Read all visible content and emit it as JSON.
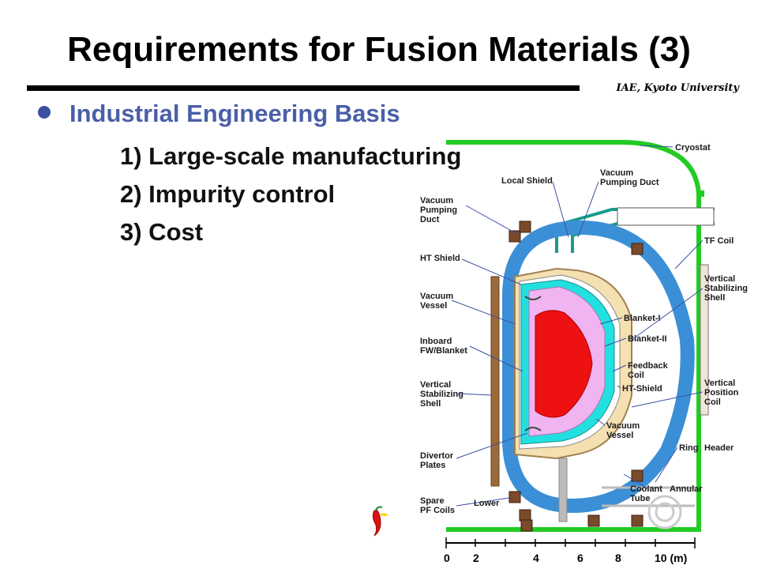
{
  "slide": {
    "title": "Requirements for Fusion Materials (3)",
    "affiliation": "IAE, Kyoto University",
    "heading": "Industrial Engineering Basis",
    "items": [
      "1) Large-scale manufacturing",
      "2) Impurity control",
      "3) Cost"
    ]
  },
  "diagram": {
    "labels_left": {
      "vacuum_pumping_duct": [
        "Vacuum",
        "Pumping",
        "Duct"
      ],
      "ht_shield": [
        "HT Shield"
      ],
      "vacuum_vessel": [
        "Vacuum",
        "Vessel"
      ],
      "inboard_fw": [
        "Inboard",
        "FW/Blanket"
      ],
      "vertical_stabilizing_shell": [
        "Vertical",
        "Stabilizing",
        "Shell"
      ],
      "divertor_plates": [
        "Divertor",
        "Plates"
      ],
      "spare_pf_coils": [
        "Spare",
        "PF Coils"
      ]
    },
    "labels_right": {
      "cryostat": [
        "Cryostat"
      ],
      "local_shield": [
        "Local Shield"
      ],
      "vacuum_pumping_duct_r": [
        "Vacuum",
        "Pumping Duct"
      ],
      "tf_coil": [
        "TF Coil"
      ],
      "vertical_stabilizing_shell_r": [
        "Vertical",
        "Stabilizing",
        "Shell"
      ],
      "blanket_1": [
        "Blanket-I"
      ],
      "blanket_2": [
        "Blanket-II"
      ],
      "feedback_coil": [
        "Feedback",
        "Coil"
      ],
      "ht_shield_r": [
        "HT-Shield"
      ],
      "vertical_position_coil": [
        "Vertical",
        "Position",
        "Coil"
      ],
      "vacuum_vessel_r": [
        "Vacuum",
        "Vessel"
      ],
      "ring_header": [
        "Ring",
        "Header"
      ],
      "coolant_tube": [
        "Coolant",
        "Tube"
      ],
      "annular": [
        "Annular"
      ],
      "lower": [
        "Lower"
      ]
    },
    "scale": {
      "ticks": [
        "0",
        "2",
        "4",
        "6",
        "8",
        "10 (m)"
      ]
    },
    "colors": {
      "cryostat": "#22cc22",
      "tf_coil": "#3b8fd6",
      "plasma": "#ee1111",
      "blanket": "#f0b4f0",
      "first_wall": "#22e0e0",
      "vessel": "#f4e0b0",
      "coil_box": "#7a4a2a",
      "duct": "#1a9a8a"
    }
  }
}
